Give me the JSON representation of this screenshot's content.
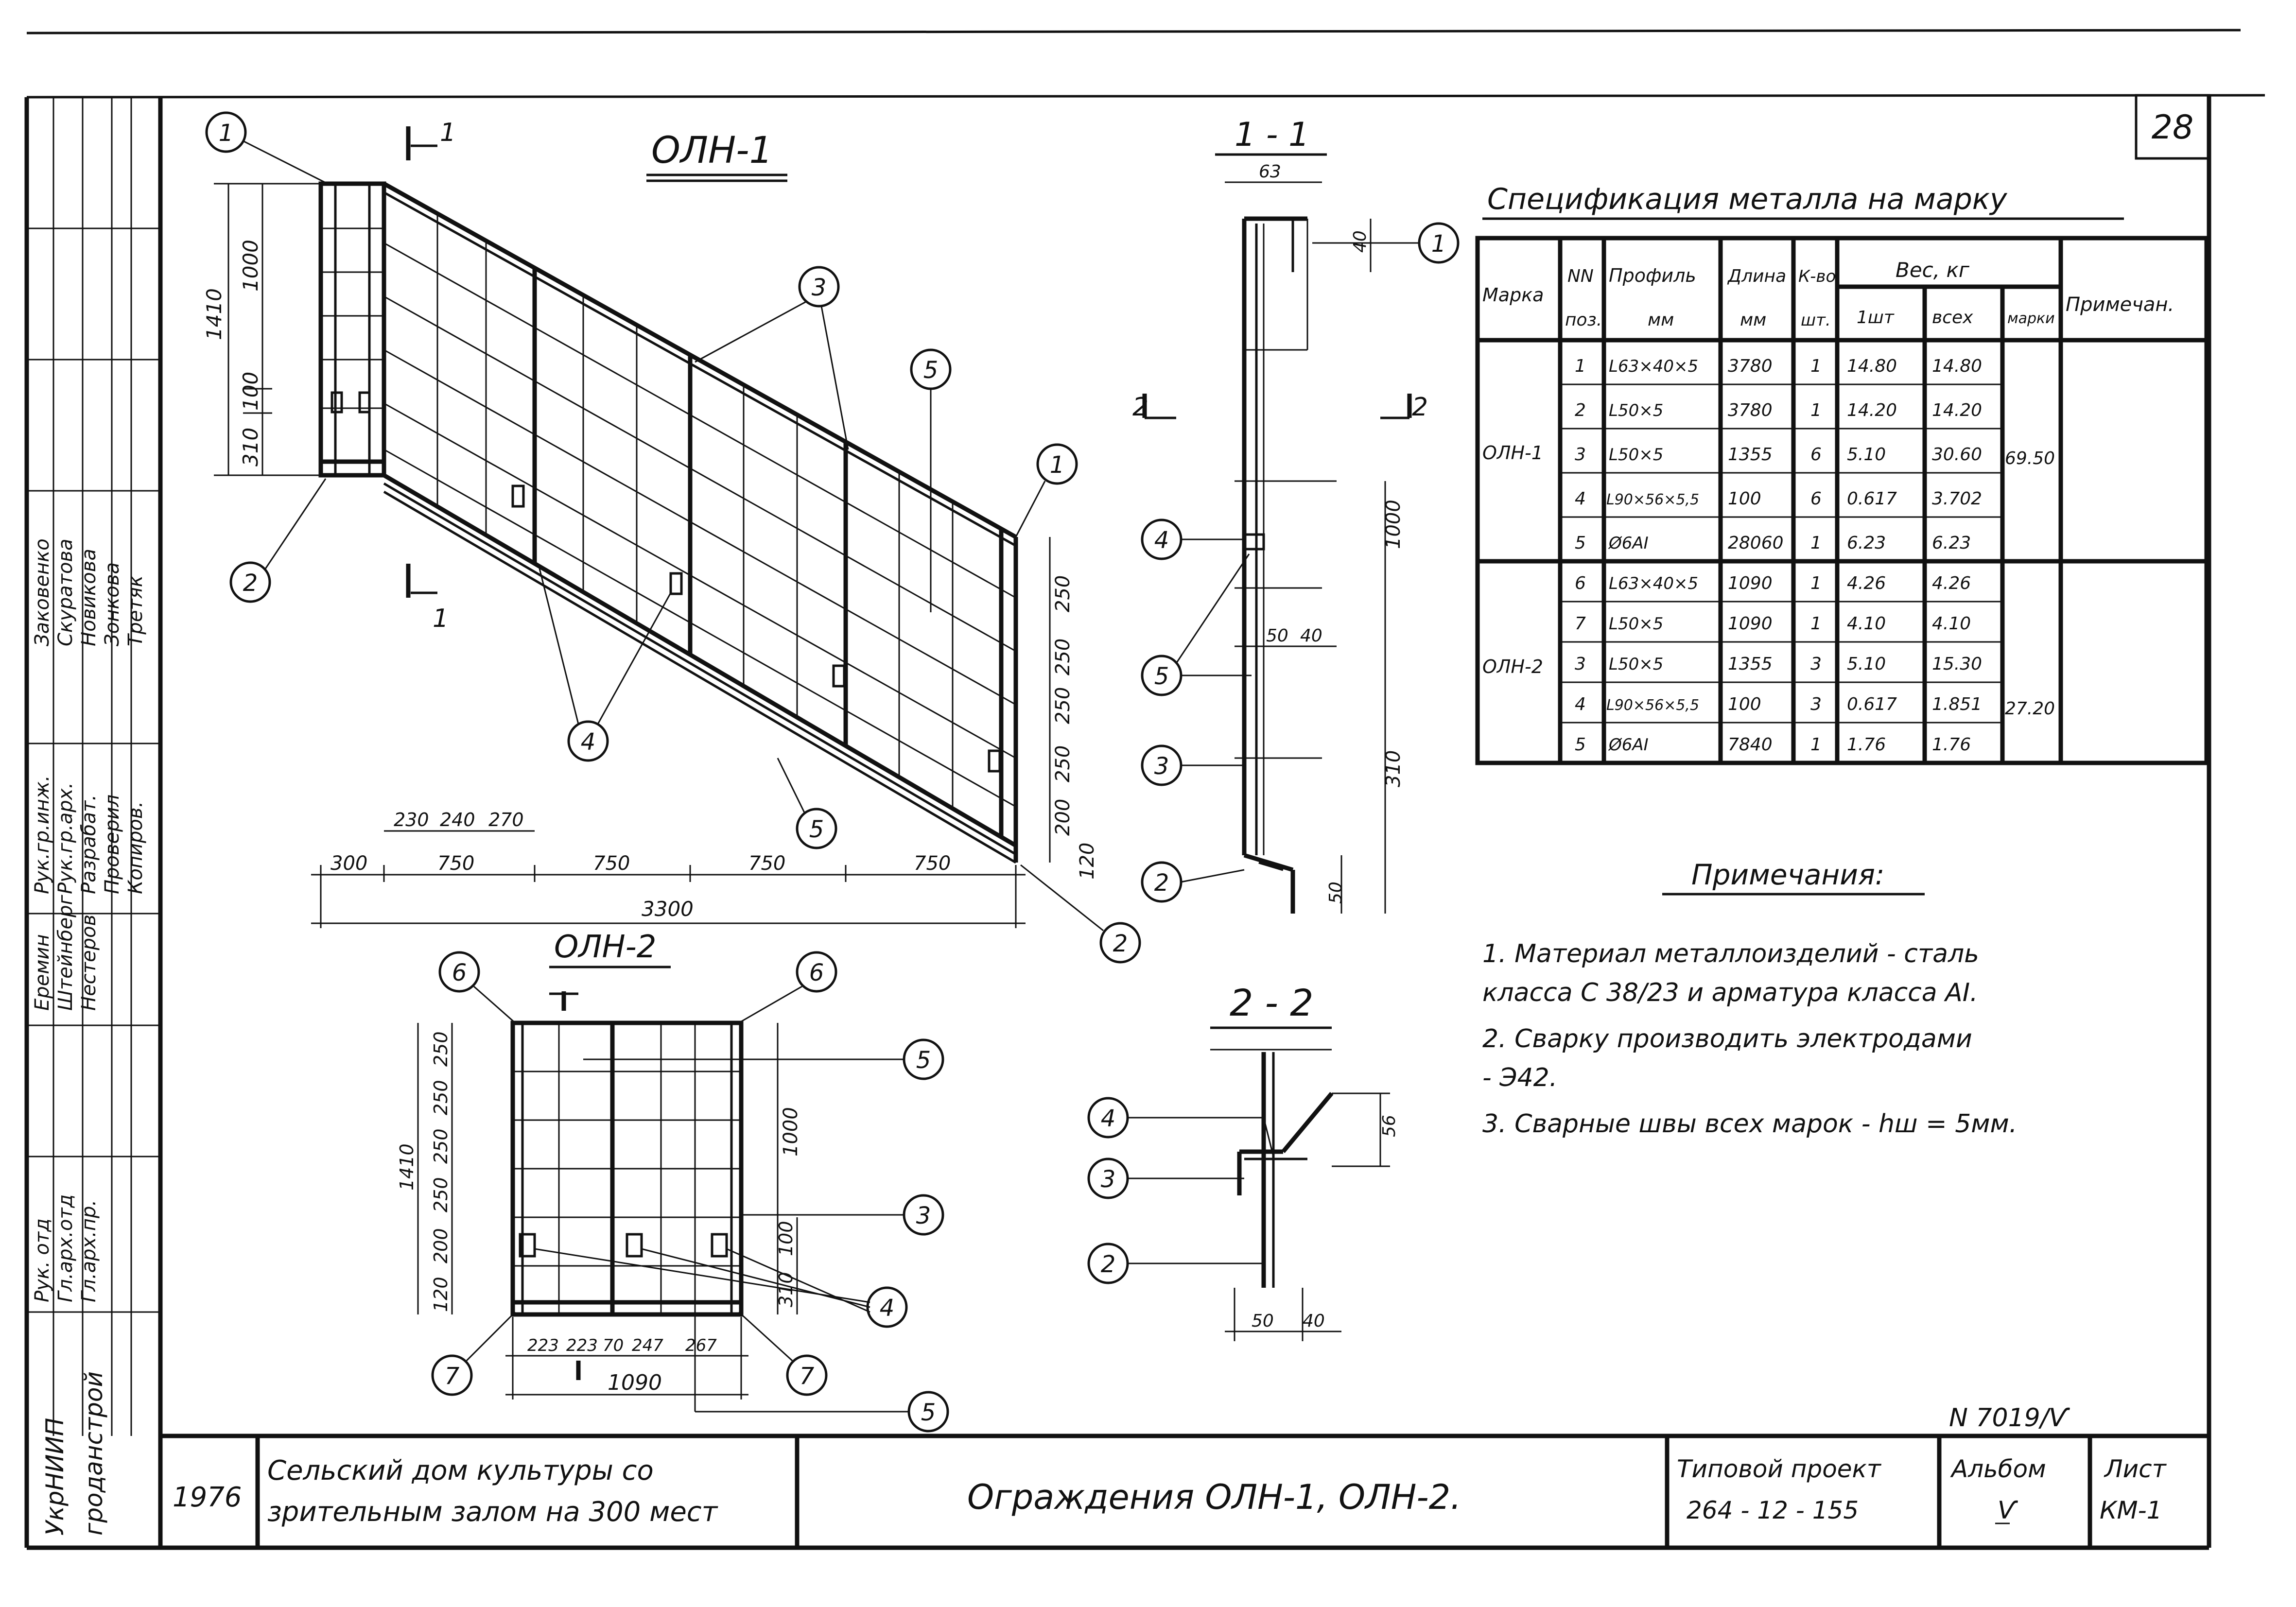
{
  "sheet": {
    "number": "28",
    "stamp": "N 7019/Ѵ",
    "year": "1976",
    "org": [
      "УкрНИИП",
      "гроданстрой"
    ],
    "object": [
      "Сельский дом культуры со",
      "зрительным залом на 300 мест"
    ],
    "title": "Ограждения  ОЛН-1, ОЛН-2.",
    "project_label": "Типовой проект",
    "project_code": "264 - 12 - 155",
    "album_label": "Альбом",
    "album_value": "Ѵ",
    "sheet_label": "Лист",
    "sheet_value": "КМ-1"
  },
  "side_stamp": {
    "roles": [
      "Рук.гр.инж.",
      "Рук.гр.арх.",
      "Разрабат.",
      "Проверил",
      "Копиров."
    ],
    "names": [
      "Заковенко",
      "Скуратова",
      "Новикова",
      "Зонкова",
      "Третяк"
    ],
    "roles2": [
      "Рук. отд",
      "Гл.арх.отд",
      "Гл.арх.пр."
    ],
    "names2": [
      "Еремин",
      "Штейнберг",
      "Нестеров"
    ]
  },
  "drawing_oln1": {
    "title": "ОЛН-1",
    "section_mark": "1",
    "dims_bottom": [
      "300",
      "750",
      "750",
      "750",
      "750"
    ],
    "dim_total": "3300",
    "dims_top_small": [
      "230",
      "240",
      "270"
    ],
    "dims_left": [
      "1410",
      "1000",
      "310",
      "100"
    ],
    "dims_right": [
      "250",
      "250",
      "250",
      "250",
      "200",
      "120"
    ],
    "callouts": [
      "1",
      "2",
      "3",
      "4",
      "5",
      "1",
      "2",
      "5"
    ]
  },
  "drawing_oln2": {
    "title": "ОЛН-2",
    "dims_left": [
      "1410",
      "250",
      "250",
      "250",
      "250",
      "200",
      "120"
    ],
    "dims_right": [
      "1000",
      "310",
      "100"
    ],
    "dims_bottom": [
      "223",
      "223",
      "70",
      "247",
      "267"
    ],
    "dim_total": "1090",
    "callouts": [
      "6",
      "6",
      "5",
      "3",
      "4",
      "7",
      "7",
      "5"
    ]
  },
  "section_1_1": {
    "title": "1 - 1",
    "dims": [
      "63",
      "40",
      "1000",
      "50",
      "40",
      "310",
      "50"
    ],
    "marks": [
      "2",
      "2"
    ],
    "callouts": [
      "1",
      "4",
      "5",
      "3",
      "2"
    ]
  },
  "section_2_2": {
    "title": "2 - 2",
    "dims": [
      "56",
      "50",
      "40"
    ],
    "callouts": [
      "4",
      "3",
      "2"
    ]
  },
  "spec": {
    "title": "Спецификация  металла  на  марку",
    "headers": {
      "mark": "Марка",
      "pos": [
        "NN",
        "поз."
      ],
      "profile": [
        "Профиль",
        "мм"
      ],
      "length": [
        "Длина",
        "мм"
      ],
      "qty": [
        "К-во",
        "шт."
      ],
      "weight": "Вес,  кг",
      "w1": "1шт",
      "wall": "всех",
      "wmark": "марки",
      "note": "Примечан."
    },
    "groups": [
      {
        "mark": "ОЛН-1",
        "total": "69.50",
        "rows": [
          [
            "1",
            "L63×40×5",
            "3780",
            "1",
            "14.80",
            "14.80"
          ],
          [
            "2",
            "L50×5",
            "3780",
            "1",
            "14.20",
            "14.20"
          ],
          [
            "3",
            "L50×5",
            "1355",
            "6",
            "5.10",
            "30.60"
          ],
          [
            "4",
            "L90×56×5,5",
            "100",
            "6",
            "0.617",
            "3.702"
          ],
          [
            "5",
            "Ø6AI",
            "28060",
            "1",
            "6.23",
            "6.23"
          ]
        ]
      },
      {
        "mark": "ОЛН-2",
        "total": "27.20",
        "rows": [
          [
            "6",
            "L63×40×5",
            "1090",
            "1",
            "4.26",
            "4.26"
          ],
          [
            "7",
            "L50×5",
            "1090",
            "1",
            "4.10",
            "4.10"
          ],
          [
            "3",
            "L50×5",
            "1355",
            "3",
            "5.10",
            "15.30"
          ],
          [
            "4",
            "L90×56×5,5",
            "100",
            "3",
            "0.617",
            "1.851"
          ],
          [
            "5",
            "Ø6AI",
            "7840",
            "1",
            "1.76",
            "1.76"
          ]
        ]
      }
    ]
  },
  "notes": {
    "title": "Примечания:",
    "lines": [
      "1. Материал   металлоизделий - сталь",
      "   класса С 38/23  и арматура класса АI.",
      "2. Сварку   производить   электродами",
      "   - Э42.",
      "3. Сварные   швы   всех   марок - hш = 5мм."
    ]
  }
}
